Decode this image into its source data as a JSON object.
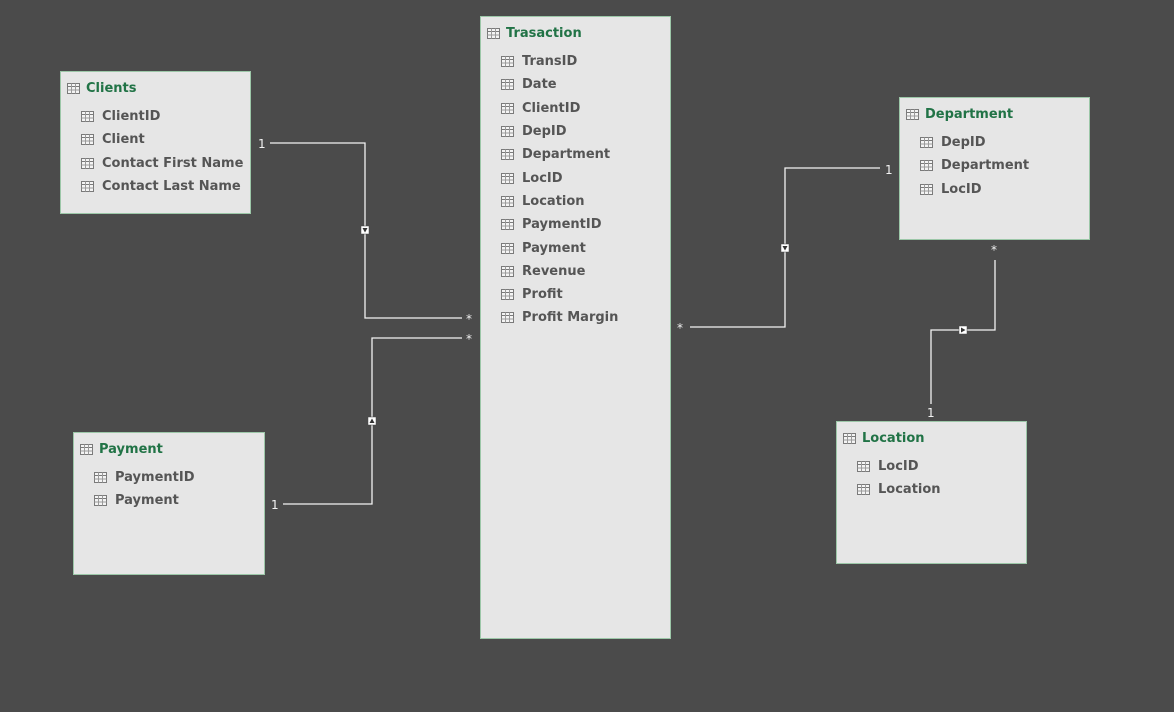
{
  "tables": {
    "clients": {
      "title": "Clients",
      "fields": [
        "ClientID",
        "Client",
        "Contact First Name",
        "Contact Last Name"
      ]
    },
    "transaction": {
      "title": "Trasaction",
      "fields": [
        "TransID",
        "Date",
        "ClientID",
        "DepID",
        "Department",
        "LocID",
        "Location",
        "PaymentID",
        "Payment",
        "Revenue",
        "Profit",
        "Profit Margin"
      ]
    },
    "department": {
      "title": "Department",
      "fields": [
        "DepID",
        "Department",
        "LocID"
      ]
    },
    "payment": {
      "title": "Payment",
      "fields": [
        "PaymentID",
        "Payment"
      ]
    },
    "location": {
      "title": "Location",
      "fields": [
        "LocID",
        "Location"
      ]
    }
  },
  "relationships": [
    {
      "from": "clients",
      "to": "transaction",
      "one_label": "1",
      "many_label": "*"
    },
    {
      "from": "payment",
      "to": "transaction",
      "one_label": "1",
      "many_label": "*"
    },
    {
      "from": "department",
      "to": "transaction",
      "one_label": "1",
      "many_label": "*"
    },
    {
      "from": "location",
      "to": "department",
      "one_label": "1",
      "many_label": "*"
    }
  ],
  "colors": {
    "background": "#4b4b4b",
    "table_fill": "#e6e6e6",
    "table_border": "#9cc7a8",
    "title_text": "#217346",
    "field_text": "#555555",
    "relationship_line": "#f2f2f2"
  }
}
